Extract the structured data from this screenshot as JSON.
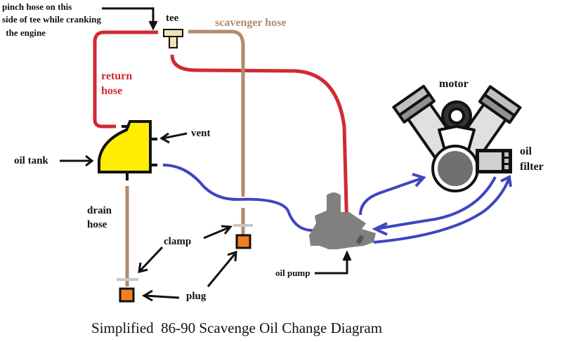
{
  "diagram": {
    "caption": "Simplified  86-90 Scavenge Oil Change Diagram",
    "labels": {
      "pinch_note_line1": "pinch hose on this",
      "pinch_note_line2": "side of tee while cranking",
      "pinch_note_line3": " the engine",
      "tee": "tee",
      "scavenger_hose": "scavenger hose",
      "return_hose_line1": "return",
      "return_hose_line2": "hose",
      "vent": "vent",
      "oil_tank": "oil tank",
      "drain_hose_line1": "drain",
      "drain_hose_line2": "hose",
      "clamp": "clamp",
      "plug": "plug",
      "motor": "motor",
      "oil_filter_line1": "oil",
      "oil_filter_line2": "filter",
      "oil_pump": "oil pump"
    },
    "colors": {
      "return_hose": "#d12a32",
      "scavenger_hose": "#b48a6c",
      "feed_lines": "#3f45c0",
      "oil_tank": "#ffee00",
      "plug": "#f08020",
      "clamp": "#c8c8c8",
      "pump": "#808080",
      "tee": "#efe4b0"
    }
  }
}
